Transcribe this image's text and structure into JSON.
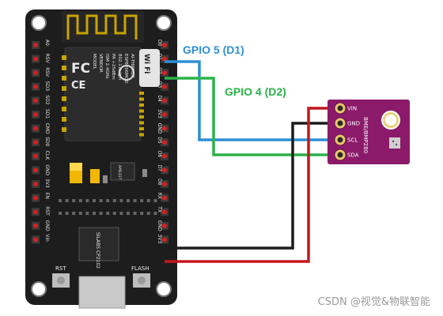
{
  "labels": {
    "gpio5": "GPIO 5 (D1)",
    "gpio4": "GPIO 4 (D2)"
  },
  "colors": {
    "gpio5": "#2e8fd6",
    "gpio4": "#2bb34a",
    "gnd_wire": "#1b1b1b",
    "vcc_wire": "#c4171c",
    "board": "#1d1d1d",
    "sensor": "#8b1a6a",
    "pin_dot": "#d42020"
  },
  "board": {
    "left_pins": [
      "A0",
      "RSV",
      "RSV",
      "SD3",
      "SD2",
      "SD1",
      "CMD",
      "SD0",
      "CLK",
      "GND",
      "3V3",
      "EN",
      "RST",
      "GND",
      "Vin"
    ],
    "right_pins": [
      "D0",
      "D1",
      "D2",
      "D3",
      "D4",
      "3V3",
      "GND",
      "D5",
      "D6",
      "D7",
      "D8",
      "RX",
      "TX",
      "GND",
      "3V3"
    ],
    "wifi_logo": "Wi Fi",
    "fc_logo": "FC",
    "ce_logo": "CE",
    "module_lines": [
      "MODEL",
      "VENDOR",
      "ISM 2.4GHz",
      "PA +25dBm",
      "802.11b/g/n"
    ],
    "module_lines_right": [
      "ESP8266MOD",
      "AI-THINKER",
      "",
      ""
    ],
    "usb_chip": "SILABS CP2102",
    "regulator": "AM1117",
    "rst_button": "RST",
    "flash_button": "FLASH"
  },
  "sensor": {
    "name": "BME/BMP280",
    "pins": [
      "VIN",
      "GND",
      "SCL",
      "SDA"
    ]
  },
  "watermark": "CSDN @视觉&物联智能"
}
